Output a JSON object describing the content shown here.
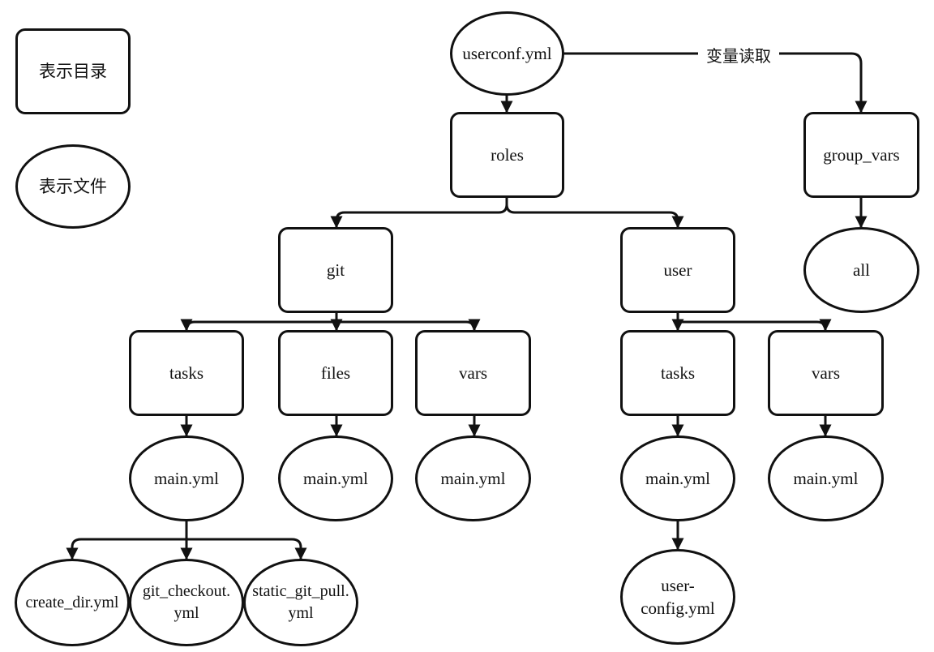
{
  "legend": {
    "dir": "表示目录",
    "file": "表示文件"
  },
  "edge_label": "变量读取",
  "nodes": {
    "userconf": "userconf.yml",
    "roles": "roles",
    "group_vars": "group_vars",
    "all": "all",
    "git": "git",
    "user": "user",
    "git_tasks": "tasks",
    "git_files": "files",
    "git_vars": "vars",
    "user_tasks": "tasks",
    "user_vars": "vars",
    "git_tasks_main": "main.yml",
    "git_files_main": "main.yml",
    "git_vars_main": "main.yml",
    "user_tasks_main": "main.yml",
    "user_vars_main": "main.yml",
    "create_dir": "create_dir.yml",
    "git_checkout_l1": "git_checkout.",
    "git_checkout_l2": "yml",
    "static_pull_l1": "static_git_pull.",
    "static_pull_l2": "yml",
    "user_config_l1": "user-",
    "user_config_l2": "config.yml"
  }
}
